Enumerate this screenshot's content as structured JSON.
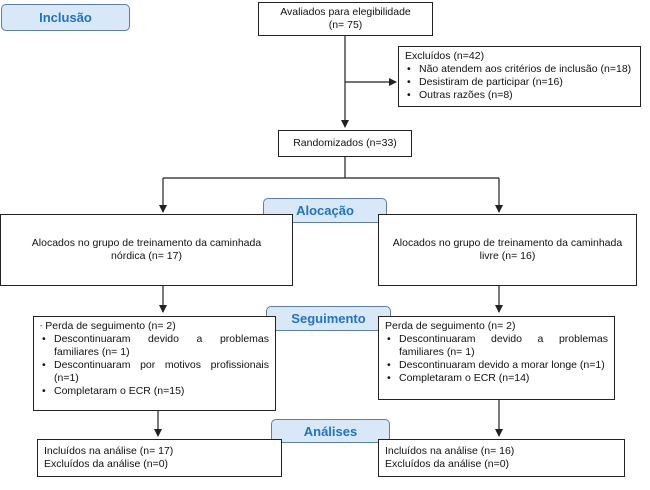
{
  "stages": {
    "inclusion": "Inclusão",
    "allocation": "Alocação",
    "followup": "Seguimento",
    "analysis": "Análises"
  },
  "assessed": {
    "line1": "Avaliados para elegibilidade",
    "line2": "(n= 75)"
  },
  "excluded": {
    "title": "Excluídos  (n=42)",
    "items": [
      "Não atendem aos critérios de inclusão (n=18)",
      "Desistiram de participar (n=16)",
      "Outras razões (n=8)"
    ]
  },
  "randomized": "Randomizados (n=33)",
  "allocation": {
    "left": {
      "line1": "Alocados no grupo de treinamento da caminhada",
      "line2": "nórdica  (n= 17)"
    },
    "right": {
      "line1": "Alocados no grupo de treinamento da caminhada",
      "line2": "livre  (n= 16)"
    }
  },
  "followup": {
    "left": {
      "title": "Perda de seguimento  (n= 2)",
      "items": [
        "Descontinuaram devido a problemas familiares (n= 1)",
        "Descontinuaram por motivos profissionais (n=1)",
        "Completaram o ECR  (n=15)"
      ]
    },
    "right": {
      "title": "Perda de seguimento  (n= 2)",
      "items": [
        "Descontinuaram devido a problemas familiares (n= 1)",
        "Descontinuaram devido a morar longe (n=1)",
        "Completaram o ECR (n=14)"
      ]
    }
  },
  "analysis": {
    "left": {
      "included": "Incluídos na análise  (n= 17)",
      "excluded": "Excluídos da análise  (n=0)"
    },
    "right": {
      "included": "Incluídos na análise  (n= 16)",
      "excluded": "Excluídos da análise  (n=0)"
    }
  },
  "colors": {
    "stage_fill": "#d9e8f7",
    "stage_text": "#1f74c4",
    "stage_border": "#5b7fa8"
  }
}
